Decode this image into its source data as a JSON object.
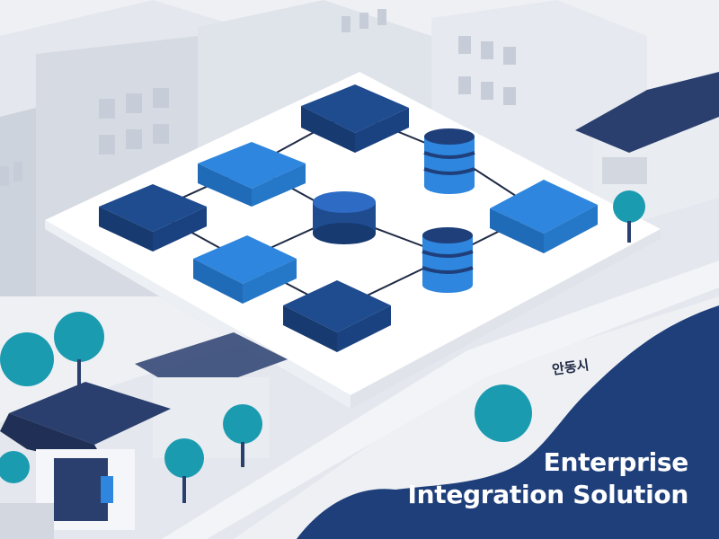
{
  "caption": {
    "line1": "Enterprise",
    "line2": "Integration Solution"
  },
  "place_label": "안동시",
  "colors": {
    "background": "#eef0f4",
    "building": "#dde1e8",
    "building_shade": "#cdd3dd",
    "platform": "#ffffff",
    "block_dark": "#1f4b8f",
    "block_light": "#2e86de",
    "tree": "#1a9bb0",
    "roof": "#2a3f6e",
    "banner": "#1f3f7a"
  },
  "icons": [
    "server-block-icon",
    "database-cylinder-icon",
    "hub-node-icon",
    "tree-icon",
    "hanok-roof-icon"
  ]
}
